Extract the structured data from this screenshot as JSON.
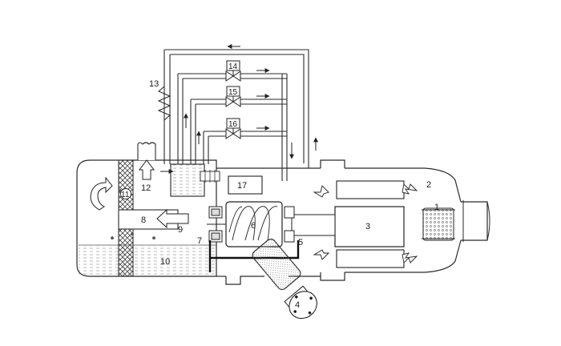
{
  "labels": {
    "l1": "1",
    "l2": "2",
    "l3": "3",
    "l4": "4",
    "l5": "5",
    "l6": "6",
    "l7": "7",
    "l8": "8",
    "l9": "9",
    "l10": "10",
    "l11": "11",
    "l12": "12",
    "l13": "13",
    "l14": "14",
    "l15": "15",
    "l16": "16",
    "l17": "17"
  },
  "colors": {
    "line": "#2a2a2a",
    "oil_dots": "#9a9a9a",
    "hatch": "#555555",
    "background": "#ffffff"
  }
}
